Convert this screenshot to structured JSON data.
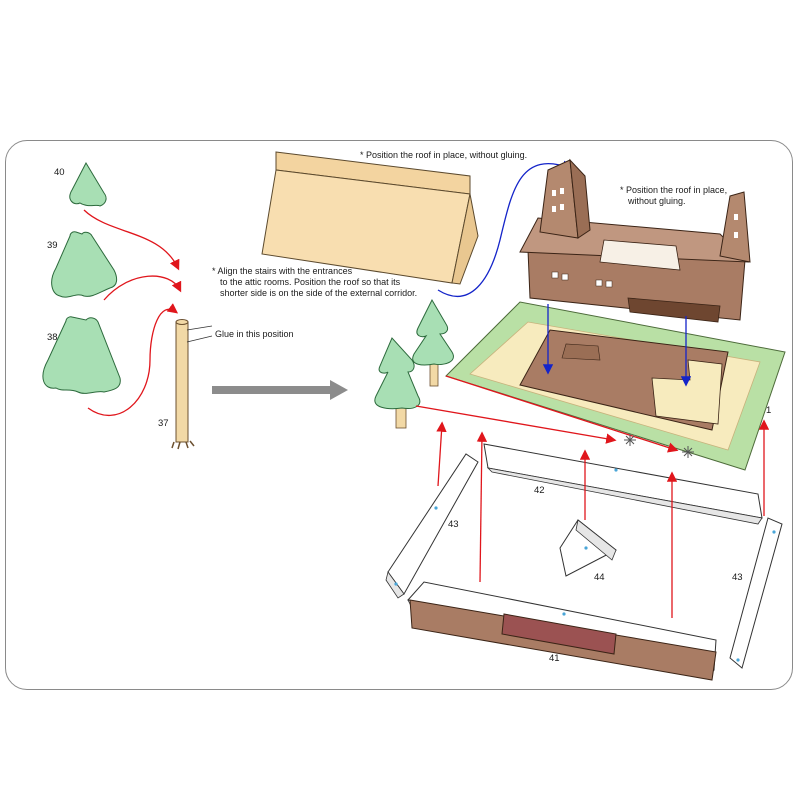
{
  "notes": {
    "roof_flat": "* Position the roof in place, without gluing.",
    "roof_house_line1": "* Position the roof in place,",
    "roof_house_line2": "without gluing.",
    "stairs_line1": "* Align the stairs with the entrances",
    "stairs_line2": "to the attic rooms. Position the roof so that its",
    "stairs_line3": "shorter side is on the side of the external corridor.",
    "glue": "Glue in this position"
  },
  "part_numbers": {
    "p40": "40",
    "p39": "39",
    "p38": "38",
    "p37": "37",
    "p1": "1",
    "p42": "42",
    "p43_left": "43",
    "p43_right": "43",
    "p44": "44",
    "p41": "41"
  },
  "colors": {
    "tree": "#a8dfb4",
    "trunk": "#f2d9a6",
    "roof": "#f8deb0",
    "house": "#a97c64",
    "ground": "#b9e0a5",
    "sand": "#f7ebbe",
    "wall_dark": "#8b5e43",
    "arrow_red": "#e0161c",
    "arrow_blue": "#1424c9",
    "arrow_gray": "#8c8c8c"
  }
}
